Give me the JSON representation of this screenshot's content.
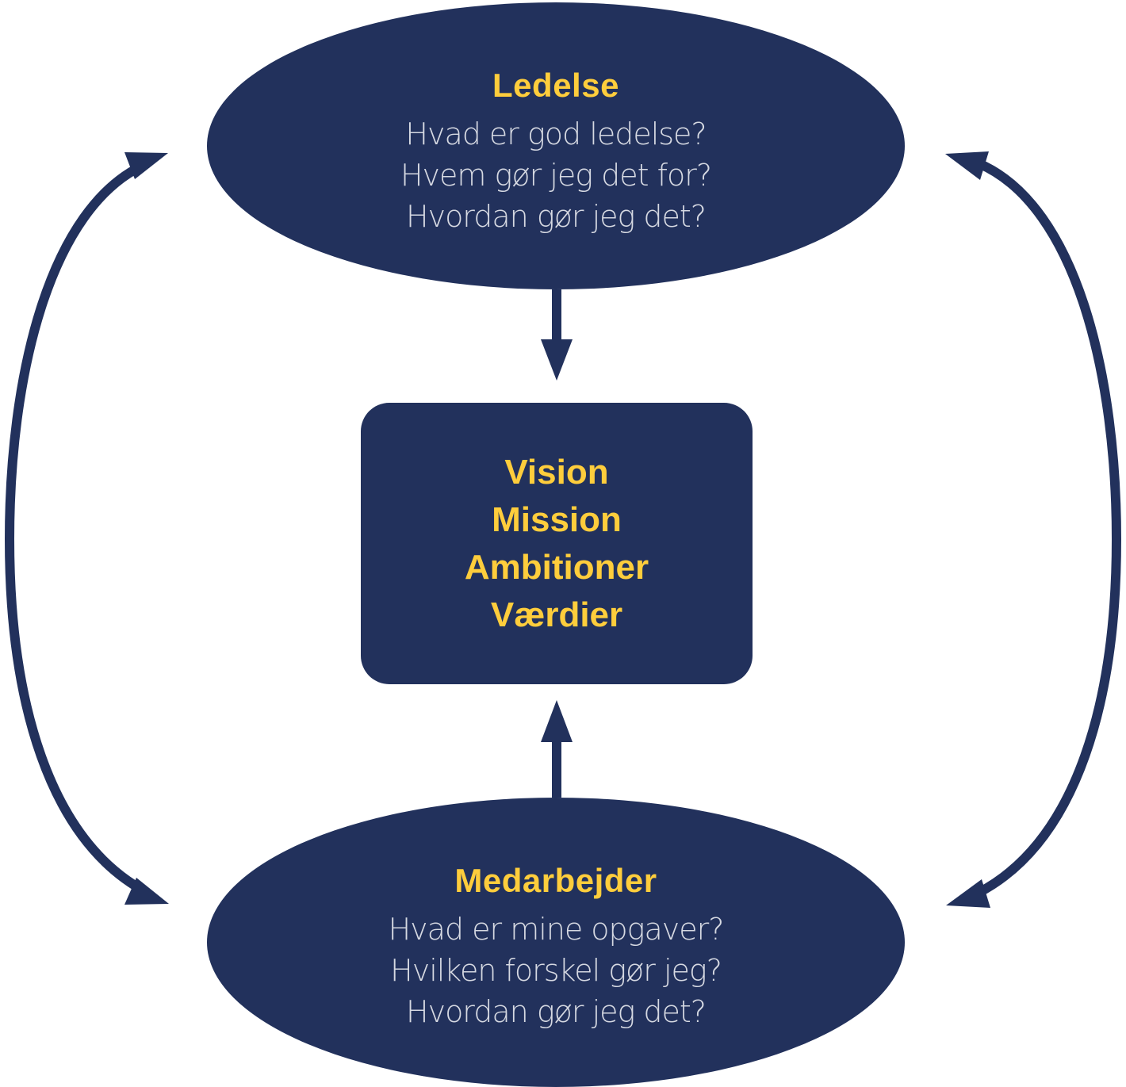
{
  "colors": {
    "shape_fill": "#22315c",
    "accent_text": "#fecd3c",
    "question_text": "#e6e8ee",
    "background": "#ffffff"
  },
  "top_node": {
    "title": "Ledelse",
    "questions": [
      "Hvad er god ledelse?",
      "Hvem gør jeg det for?",
      "Hvordan gør jeg det?"
    ]
  },
  "center_node": {
    "items": [
      "Vision",
      "Mission",
      "Ambitioner",
      "Værdier"
    ]
  },
  "bottom_node": {
    "title": "Medarbejder",
    "questions": [
      "Hvad er mine opgaver?",
      "Hvilken forskel gør jeg?",
      "Hvordan gør jeg det?"
    ]
  },
  "connectors": [
    {
      "from": "Ledelse",
      "to": "Vision/Mission/Ambitioner/Værdier",
      "type": "single-arrow"
    },
    {
      "from": "Medarbejder",
      "to": "Vision/Mission/Ambitioner/Værdier",
      "type": "single-arrow"
    },
    {
      "from": "Ledelse",
      "to": "Medarbejder",
      "type": "double-arrow",
      "side": "left"
    },
    {
      "from": "Ledelse",
      "to": "Medarbejder",
      "type": "double-arrow",
      "side": "right"
    }
  ]
}
